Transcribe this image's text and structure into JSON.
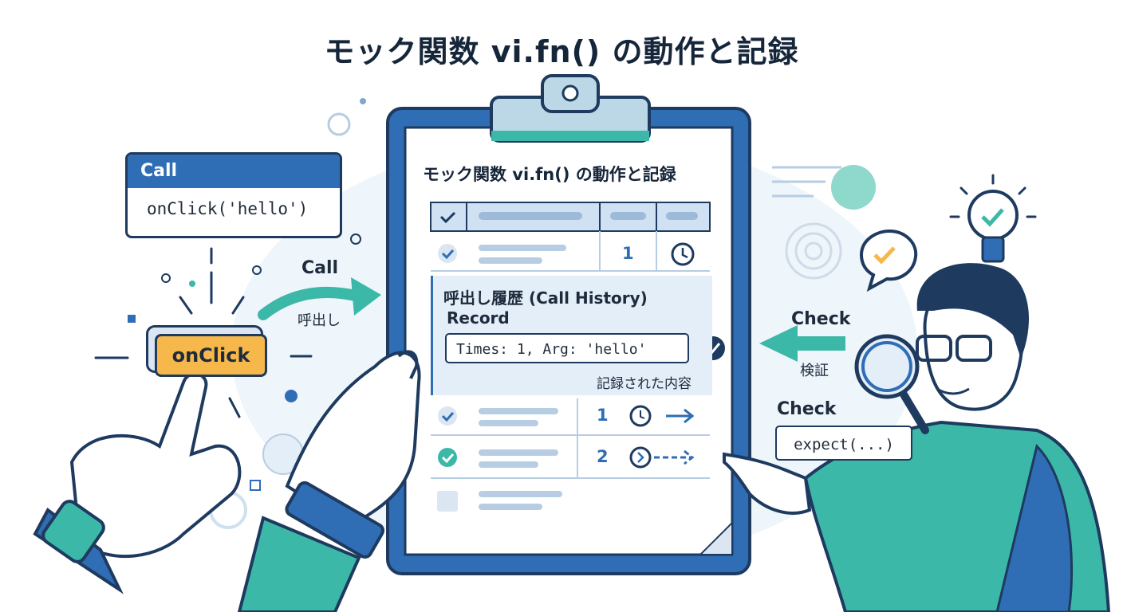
{
  "title": "モック関数 vi.fn() の動作と記録",
  "call_panel": {
    "header": "Call",
    "code": "onClick('hello')"
  },
  "button": {
    "label": "onClick"
  },
  "call_arrow": {
    "label": "Call",
    "sub_label": "呼出し"
  },
  "clipboard": {
    "title": "モック関数 vi.fn() の動作と記録",
    "rows": [
      {
        "count": "1",
        "status": "checked"
      },
      {
        "count": "1",
        "status": "checked"
      },
      {
        "count": "2",
        "status": "checked"
      },
      {
        "count": "",
        "status": "empty"
      }
    ],
    "history": {
      "title": "呼出し履歴 (Call History)",
      "record_label": "Record",
      "record_value": "Times: 1, Arg: 'hello'",
      "caption": "記録された内容"
    }
  },
  "check_arrow": {
    "label": "Check",
    "sub_label": "検証"
  },
  "check_panel": {
    "label": "Check",
    "code": "expect(...)"
  },
  "colors": {
    "navy": "#1e3a5f",
    "blue": "#2f6db5",
    "teal": "#3bb8a8",
    "orange": "#f6b84b",
    "light": "#e3eef8"
  }
}
